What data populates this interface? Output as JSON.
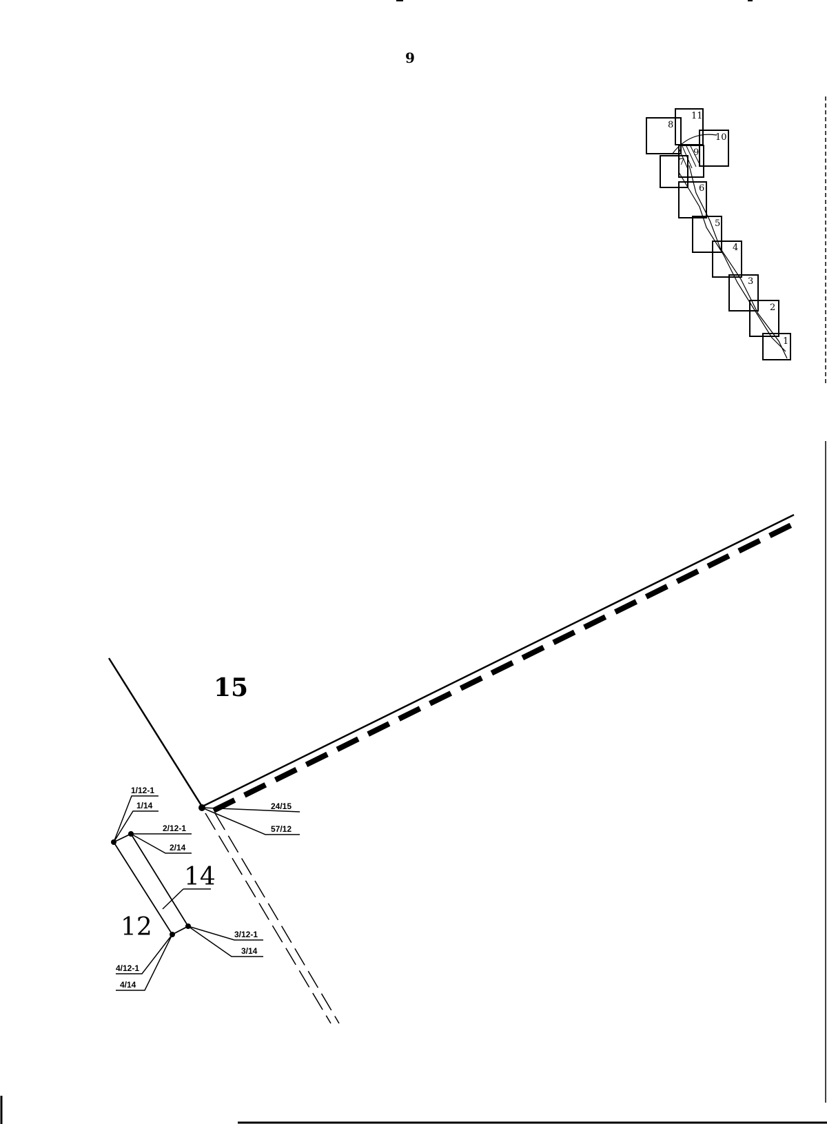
{
  "page_number": "9",
  "index_map": {
    "sheets": [
      "1",
      "2",
      "3",
      "4",
      "5",
      "6",
      "7",
      "8",
      "9",
      "10",
      "11"
    ]
  },
  "parcels": {
    "p15": "15",
    "p14": "14",
    "p12": "12"
  },
  "point_labels": {
    "l1_12": "1/12-1",
    "l1_14": "1/14",
    "l2_12": "2/12-1",
    "l2_14": "2/14",
    "l24_15": "24/15",
    "l57_12": "57/12",
    "l3_12": "3/12-1",
    "l3_14": "3/14",
    "l4_12": "4/12-1",
    "l4_14": "4/14"
  }
}
